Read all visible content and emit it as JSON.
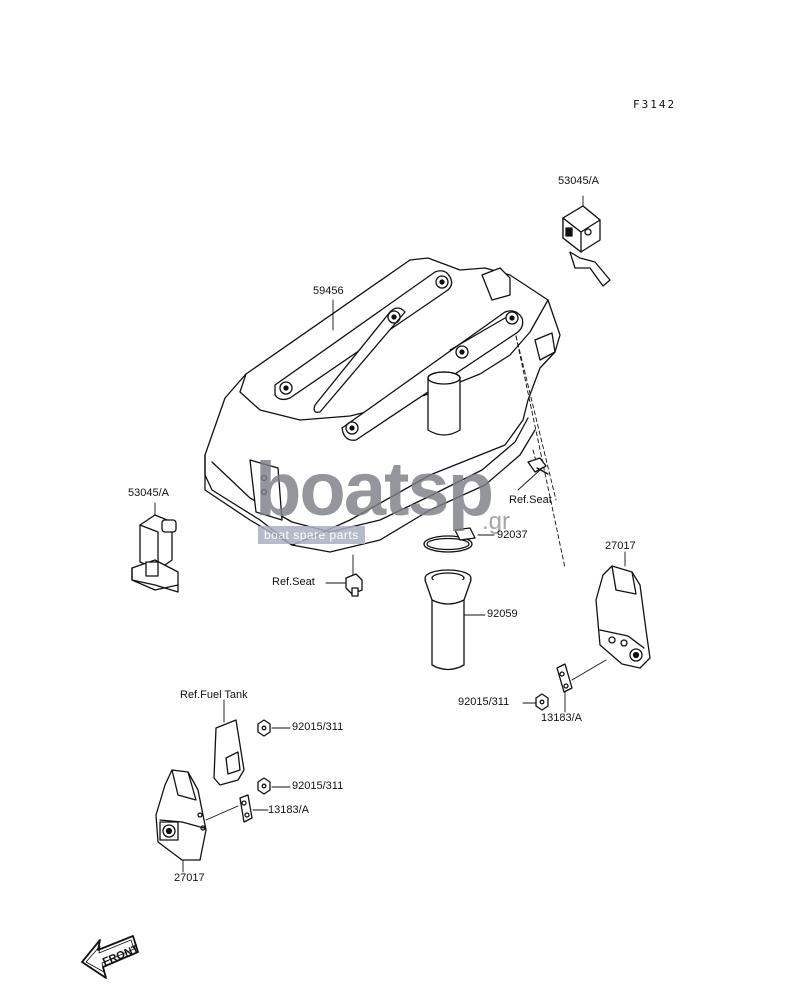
{
  "reference_code": "F3142",
  "watermark": {
    "brand": "boatsp",
    "suffix": ".gr",
    "tagline": "boat spare parts"
  },
  "callouts": [
    {
      "key": "p53045_top",
      "text": "53045/A"
    },
    {
      "key": "p59456",
      "text": "59456"
    },
    {
      "key": "p53045_left",
      "text": "53045/A"
    },
    {
      "key": "ref_seat_right",
      "text": "Ref.Seat"
    },
    {
      "key": "p92037",
      "text": "92037"
    },
    {
      "key": "ref_seat_left",
      "text": "Ref.Seat"
    },
    {
      "key": "p27017_right",
      "text": "27017"
    },
    {
      "key": "p92059",
      "text": "92059"
    },
    {
      "key": "p92015_right",
      "text": "92015/311"
    },
    {
      "key": "p13183_right",
      "text": "13183/A"
    },
    {
      "key": "ref_fuel_tank",
      "text": "Ref.Fuel Tank"
    },
    {
      "key": "p92015_a",
      "text": "92015/311"
    },
    {
      "key": "p92015_b",
      "text": "92015/311"
    },
    {
      "key": "p13183_left",
      "text": "13183/A"
    },
    {
      "key": "p27017_left",
      "text": "27017"
    }
  ],
  "front_arrow": {
    "text": "FRONT"
  }
}
